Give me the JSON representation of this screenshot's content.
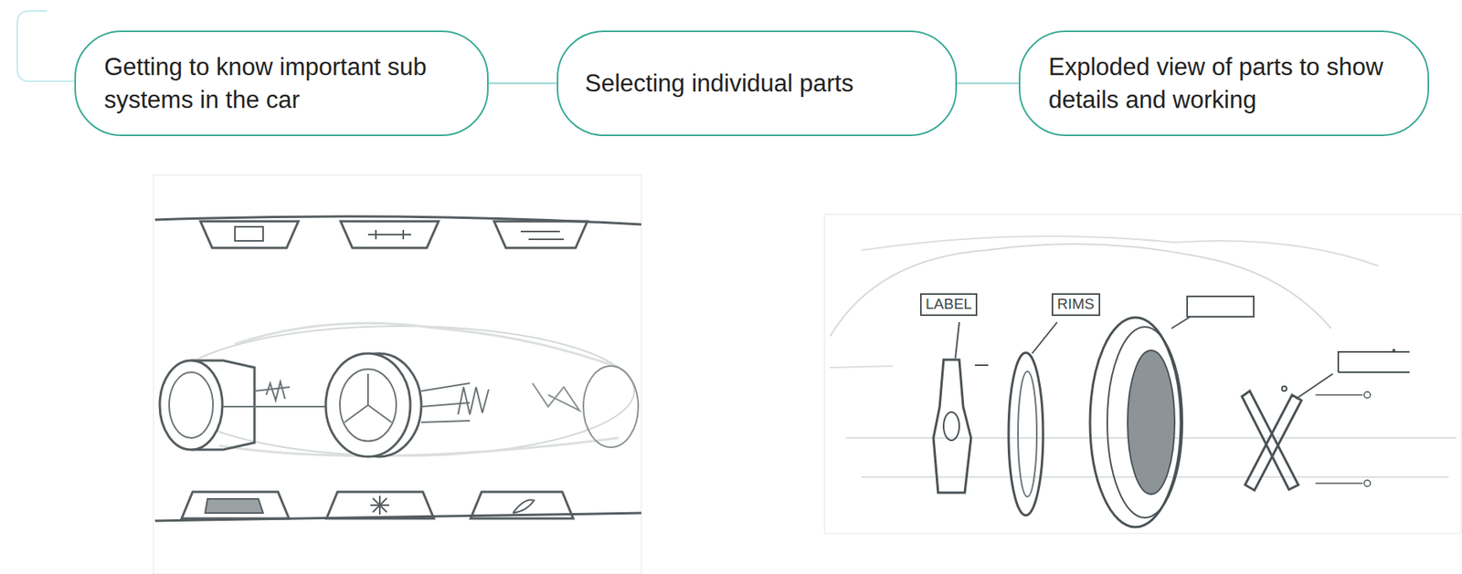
{
  "diagram": {
    "nodes": [
      {
        "text": [
          "Getting to know important sub systems in the car"
        ]
      },
      {
        "text": [
          "Selecting individual parts"
        ]
      },
      {
        "text": [
          "Exploded view of parts to show details and working"
        ]
      }
    ],
    "edges": [
      {
        "from": 0,
        "to": 1,
        "arrow": "none"
      },
      {
        "from": 1,
        "to": 2,
        "arrow": "none"
      }
    ],
    "labels": [
      "LABEL",
      "RIMS"
    ]
  }
}
